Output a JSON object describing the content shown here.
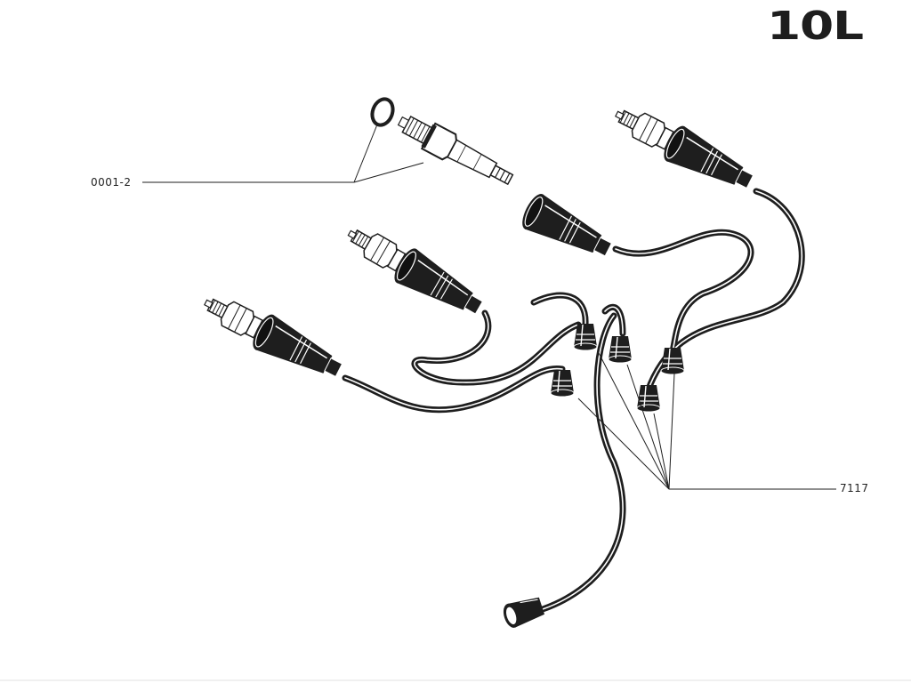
{
  "page": {
    "code": "10L"
  },
  "callouts": [
    {
      "part_number": "0001-2",
      "describes": "spark plug and sealing washer"
    },
    {
      "part_number": "7117",
      "describes": "ignition lead distributor cap terminal covers"
    }
  ],
  "colors": {
    "ink": "#1e1e1e",
    "background": "#ffffff"
  }
}
